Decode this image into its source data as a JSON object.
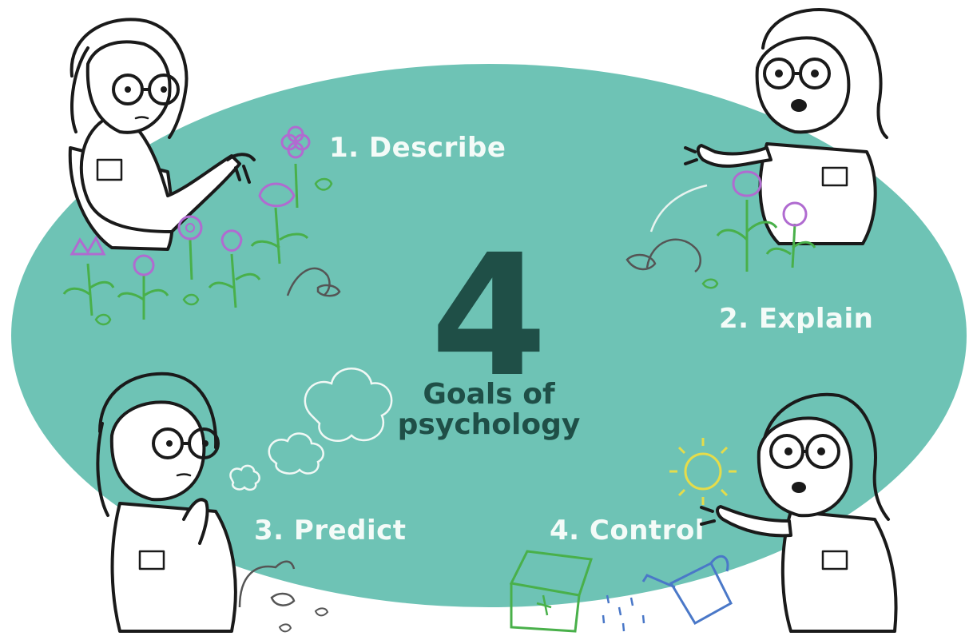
{
  "center": {
    "number": "4",
    "line1": "Goals of",
    "line2": "psychology"
  },
  "goals": [
    {
      "label": "1. Describe"
    },
    {
      "label": "2. Explain"
    },
    {
      "label": "3. Predict"
    },
    {
      "label": "4. Control"
    }
  ],
  "colors": {
    "ellipse": "#6ec3b5",
    "center_text": "#1f4f47",
    "label_text": "#f4fbf8",
    "flower_stem": "#49b04a",
    "flower_petal": "#b06bd0",
    "sun": "#e5dc4a",
    "watering_can": "#4a78c8"
  },
  "icons": [
    "flower-icon",
    "wilted-flower-icon",
    "cloud-icon",
    "sun-icon",
    "watering-can-icon",
    "seed-packet-icon"
  ]
}
